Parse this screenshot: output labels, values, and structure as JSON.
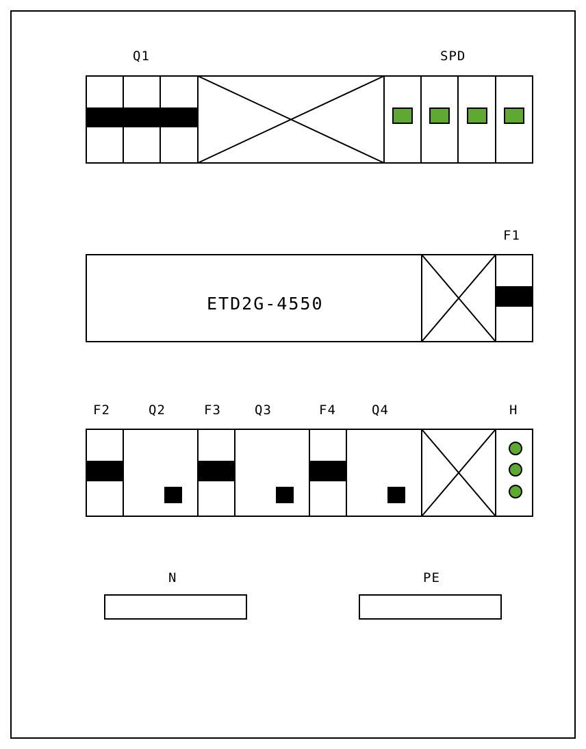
{
  "colors": {
    "line": "#000000",
    "indicator_green": "#5fa832",
    "background": "#ffffff"
  },
  "row1": {
    "q1_label": "Q1",
    "spd_label": "SPD"
  },
  "row2": {
    "f1_label": "F1",
    "controller_text": "ETD2G-4550"
  },
  "row3": {
    "f2_label": "F2",
    "q2_label": "Q2",
    "f3_label": "F3",
    "q3_label": "Q3",
    "f4_label": "F4",
    "q4_label": "Q4",
    "h_label": "H"
  },
  "busbars": {
    "n_label": "N",
    "pe_label": "PE"
  }
}
